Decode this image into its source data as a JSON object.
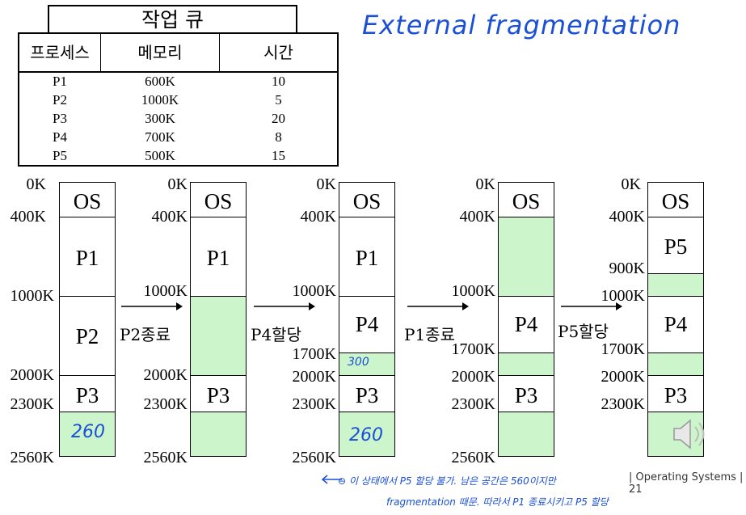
{
  "job_queue": {
    "title": "작업 큐",
    "headers": [
      "프로세스",
      "메모리",
      "시간"
    ],
    "rows": [
      {
        "process": "P1",
        "memory": "600K",
        "time": "10"
      },
      {
        "process": "P2",
        "memory": "1000K",
        "time": "5"
      },
      {
        "process": "P3",
        "memory": "300K",
        "time": "20"
      },
      {
        "process": "P4",
        "memory": "700K",
        "time": "8"
      },
      {
        "process": "P5",
        "memory": "500K",
        "time": "15"
      }
    ]
  },
  "states": [
    {
      "segments": [
        "OS",
        "P1",
        "P2",
        "P3"
      ]
    },
    {
      "segments": [
        "OS",
        "P1",
        "P3"
      ]
    },
    {
      "segments": [
        "OS",
        "P1",
        "P4",
        "P3"
      ]
    },
    {
      "segments": [
        "OS",
        "P4",
        "P3"
      ]
    },
    {
      "segments": [
        "OS",
        "P5",
        "P4",
        "P3"
      ]
    }
  ],
  "addresses": {
    "a0": "0K",
    "a400": "400K",
    "a900": "900K",
    "a1000": "1000K",
    "a1700": "1700K",
    "a2000": "2000K",
    "a2300": "2300K",
    "a2560": "2560K"
  },
  "transitions": [
    "P2종료",
    "P4할당",
    "P1종료",
    "P5할당"
  ],
  "handwritten": {
    "title": "External fragmentation",
    "note_260a": "260",
    "note_300": "300",
    "note_260b": "260",
    "note_line1": "⊖ 이 상태에서 P5 할당 불가. 남은 공간은 560이지만",
    "note_line2": "fragmentation 때문. 따라서 P1 종료시키고 P5 할당"
  },
  "footer": "| Operating Systems | 21",
  "colors": {
    "free": "#ccf5cc",
    "ink": "#1a4fd6"
  }
}
